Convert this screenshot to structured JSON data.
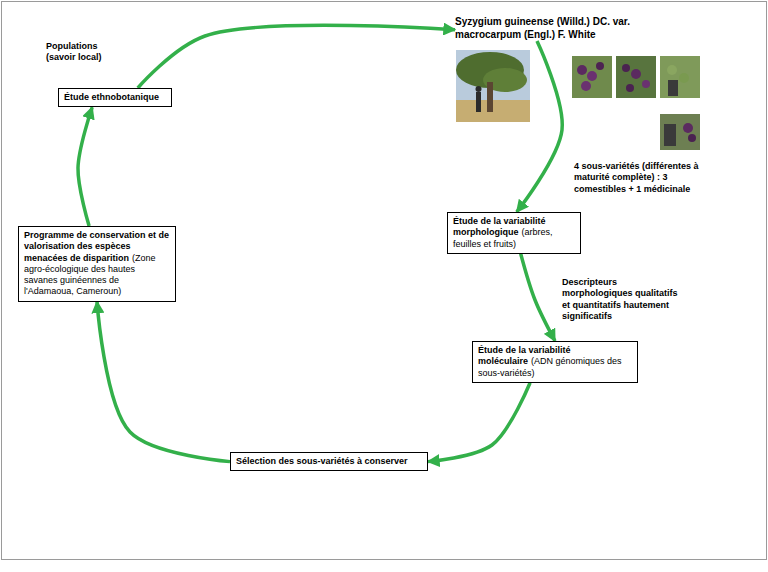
{
  "diagram": {
    "nodes": [
      {
        "text": [
          "Syzygium guineense (Willd.) DC. var. macrocarpum (Engl.) F. White"
        ]
      },
      {
        "text": [
          "Étude de la variabilité morphologique",
          "(arbres, feuilles et fruits)"
        ]
      },
      {
        "text": [
          "Étude de la variabilité moléculaire",
          "(ADN génomiques des sous-variétés)"
        ]
      },
      {
        "text": [
          "Sélection des sous-variétés à conserver"
        ]
      },
      {
        "text": [
          "Programme de conservation et de valorisation des espèces menacées de disparition",
          "(Zone agro-écologique des hautes savanes guinéennes de l'Adamaoua, Cameroun)"
        ]
      },
      {
        "text": [
          "Étude ethnobotanique"
        ]
      }
    ],
    "edges": [
      {
        "from": 0,
        "to": 1,
        "arrow": "to",
        "label": "4 sous-variétés (différentes à maturité complète) : 3 comestibles + 1 médicinale"
      },
      {
        "from": 1,
        "to": 2,
        "arrow": "to",
        "label": "Descripteurs morphologiques qualitatifs et quantitatifs hautement significatifs"
      },
      {
        "from": 2,
        "to": 3,
        "arrow": "to"
      },
      {
        "from": 3,
        "to": 4,
        "arrow": "to"
      },
      {
        "from": 4,
        "to": 5,
        "arrow": "to"
      },
      {
        "from": 5,
        "to": 0,
        "arrow": "to",
        "label": "Populations (savoir local)"
      }
    ]
  }
}
